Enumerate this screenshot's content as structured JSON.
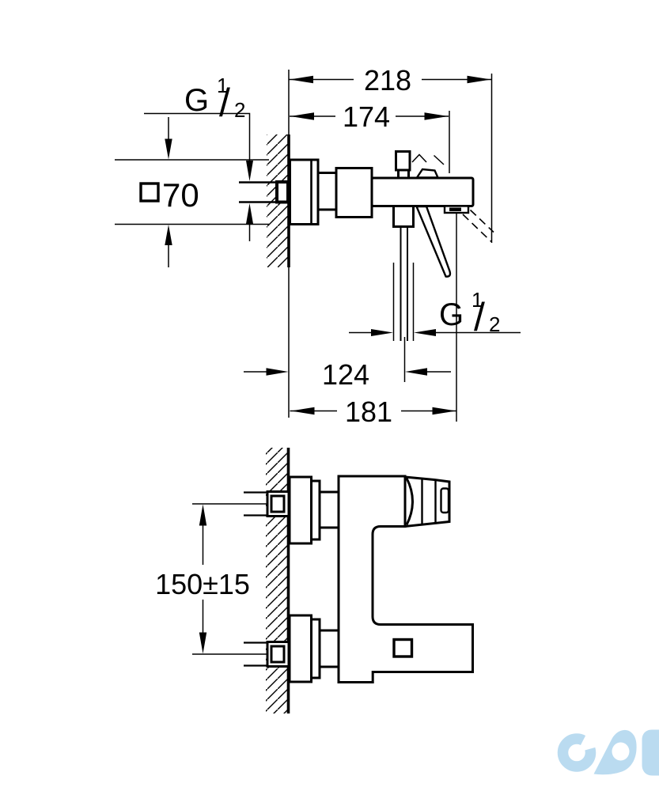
{
  "side_view": {
    "dim_overall_depth": "218",
    "dim_depth_to_outlet": "174",
    "inlet_thread": {
      "g": "G",
      "sup": "1",
      "slash": "/",
      "sub": "2"
    },
    "dim_escutcheon_square": "70",
    "shower_thread": {
      "g": "G",
      "sup": "1",
      "slash": "/",
      "sub": "2"
    },
    "dim_shower_outlet_offset": "124",
    "dim_spout_offset": "181"
  },
  "front_view": {
    "dim_mounting_centers": "150±15"
  },
  "logo": {
    "color": "#badbf0"
  }
}
